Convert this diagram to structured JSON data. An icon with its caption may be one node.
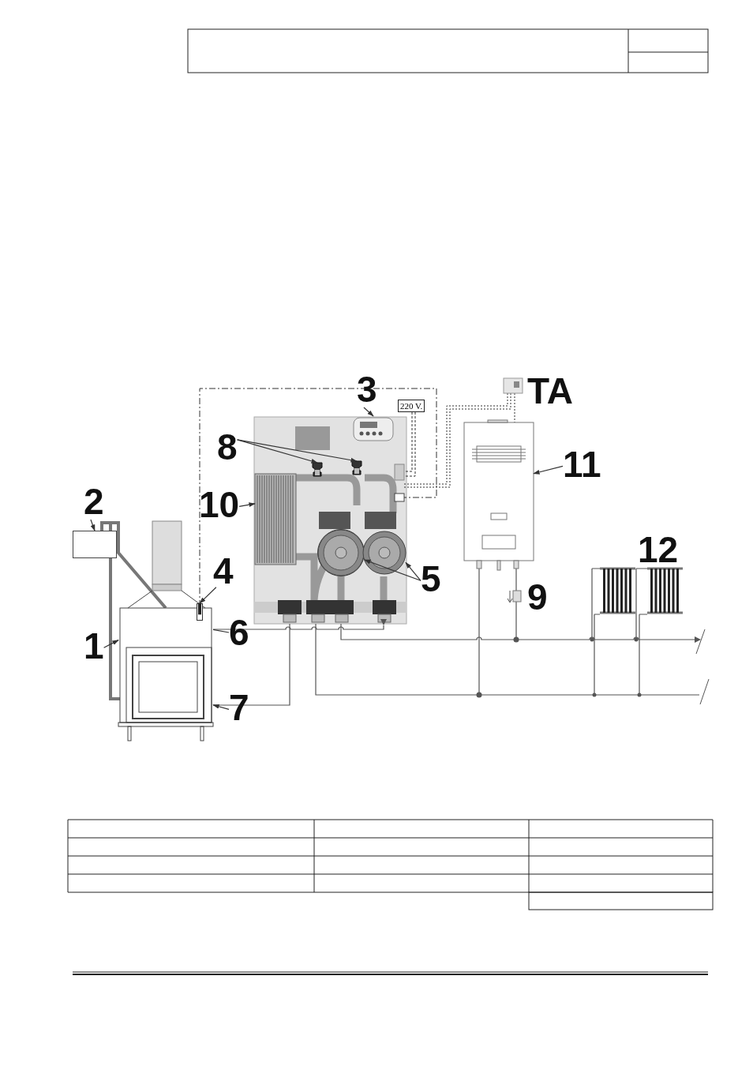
{
  "diagram": {
    "nodes": [
      {
        "text": [
          "1"
        ]
      },
      {
        "text": [],
        "shape": "picture"
      },
      {
        "text": [
          "2"
        ]
      },
      {
        "text": [],
        "shape": "box"
      },
      {
        "text": [
          "3"
        ]
      },
      {
        "text": [],
        "shape": "picture"
      },
      {
        "text": [
          "4"
        ]
      },
      {
        "text": [],
        "shape": "bar"
      },
      {
        "text": [
          "5"
        ]
      },
      {
        "text": [],
        "shape": "circle"
      },
      {
        "text": [],
        "shape": "circle"
      },
      {
        "text": [
          "6"
        ]
      },
      {
        "text": [
          "7"
        ]
      },
      {
        "text": [
          "8"
        ]
      },
      {
        "text": [],
        "shape": "picture"
      },
      {
        "text": [],
        "shape": "picture"
      },
      {
        "text": [
          "10"
        ]
      },
      {
        "text": [],
        "shape": "picture"
      },
      {
        "text": [
          "11"
        ]
      },
      {
        "text": [],
        "shape": "picture"
      }
    ],
    "edges": [
      {
        "from": 0,
        "to": 1,
        "arrow": "to"
      },
      {
        "from": 2,
        "to": 3,
        "arrow": "to"
      },
      {
        "from": 4,
        "to": 5,
        "arrow": "to"
      },
      {
        "from": 6,
        "to": 7,
        "arrow": "to"
      },
      {
        "from": 8,
        "to": 9,
        "arrow": "to"
      },
      {
        "from": 8,
        "to": 10,
        "arrow": "to"
      },
      {
        "from": 11,
        "to": 1,
        "arrow": "none"
      },
      {
        "from": 12,
        "to": 1,
        "arrow": "to"
      },
      {
        "from": 13,
        "to": 14,
        "arrow": "to"
      },
      {
        "from": 13,
        "to": 15,
        "arrow": "to"
      },
      {
        "from": 16,
        "to": 17,
        "arrow": "to"
      },
      {
        "from": 18,
        "to": 19,
        "arrow": "to"
      }
    ],
    "labels": [
      "TA",
      "220 V.",
      "9",
      "12"
    ]
  }
}
